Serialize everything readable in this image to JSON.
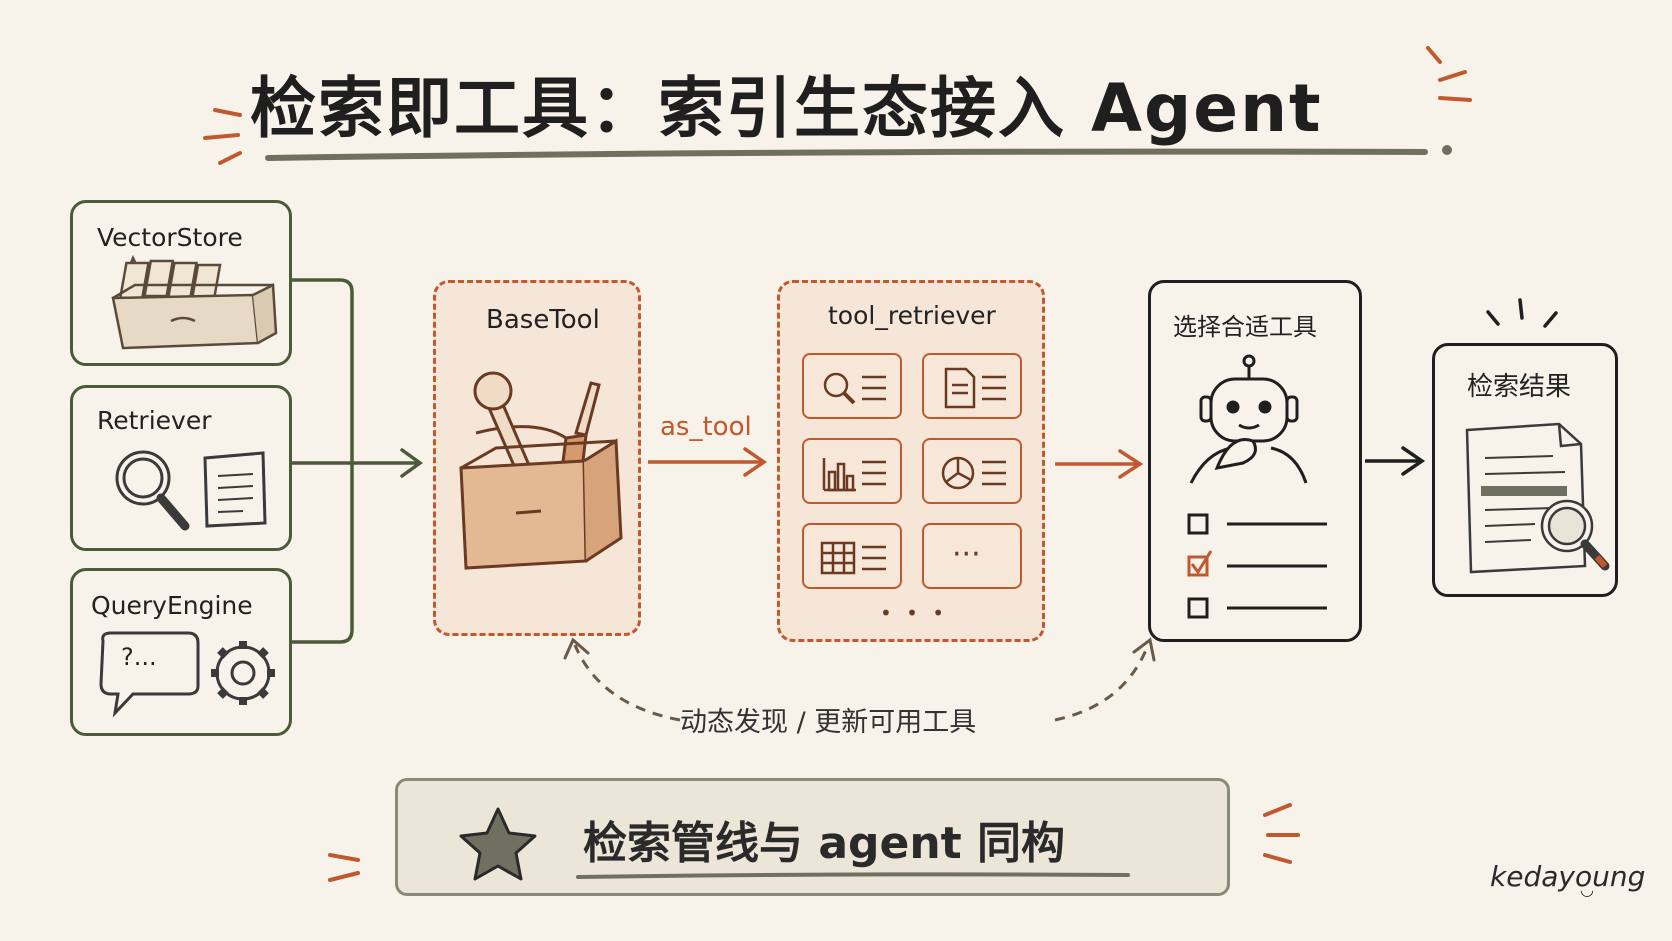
{
  "title": "检索即工具：索引生态接入 Agent",
  "sources": [
    {
      "label": "VectorStore",
      "icon": "file-box-icon"
    },
    {
      "label": "Retriever",
      "icon": "magnifier-document-icon"
    },
    {
      "label": "QueryEngine",
      "icon": "speech-gear-icon",
      "bubble_text": "?..."
    }
  ],
  "basetool": {
    "label": "BaseTool",
    "icon": "toolbox-icon"
  },
  "as_tool_label": "as_tool",
  "tool_retriever": {
    "label": "tool_retriever",
    "cards": [
      "search-card-icon",
      "document-card-icon",
      "bar-chart-card-icon",
      "pie-chart-card-icon",
      "table-card-icon",
      "more-card-icon"
    ],
    "more_text": "···",
    "bottom_dots": "• • •"
  },
  "selector": {
    "label": "选择合适工具",
    "icon": "robot-thinking-icon"
  },
  "result": {
    "label": "检索结果",
    "icon": "result-document-icon"
  },
  "loop_label": "动态发现 / 更新可用工具",
  "banner_text": "检索管线与 agent 同构",
  "signature": "kedayoung",
  "colors": {
    "green": "#4d5a3a",
    "orange": "#c05a2e",
    "dark": "#1f1f1f",
    "background": "#f7f3ea"
  }
}
